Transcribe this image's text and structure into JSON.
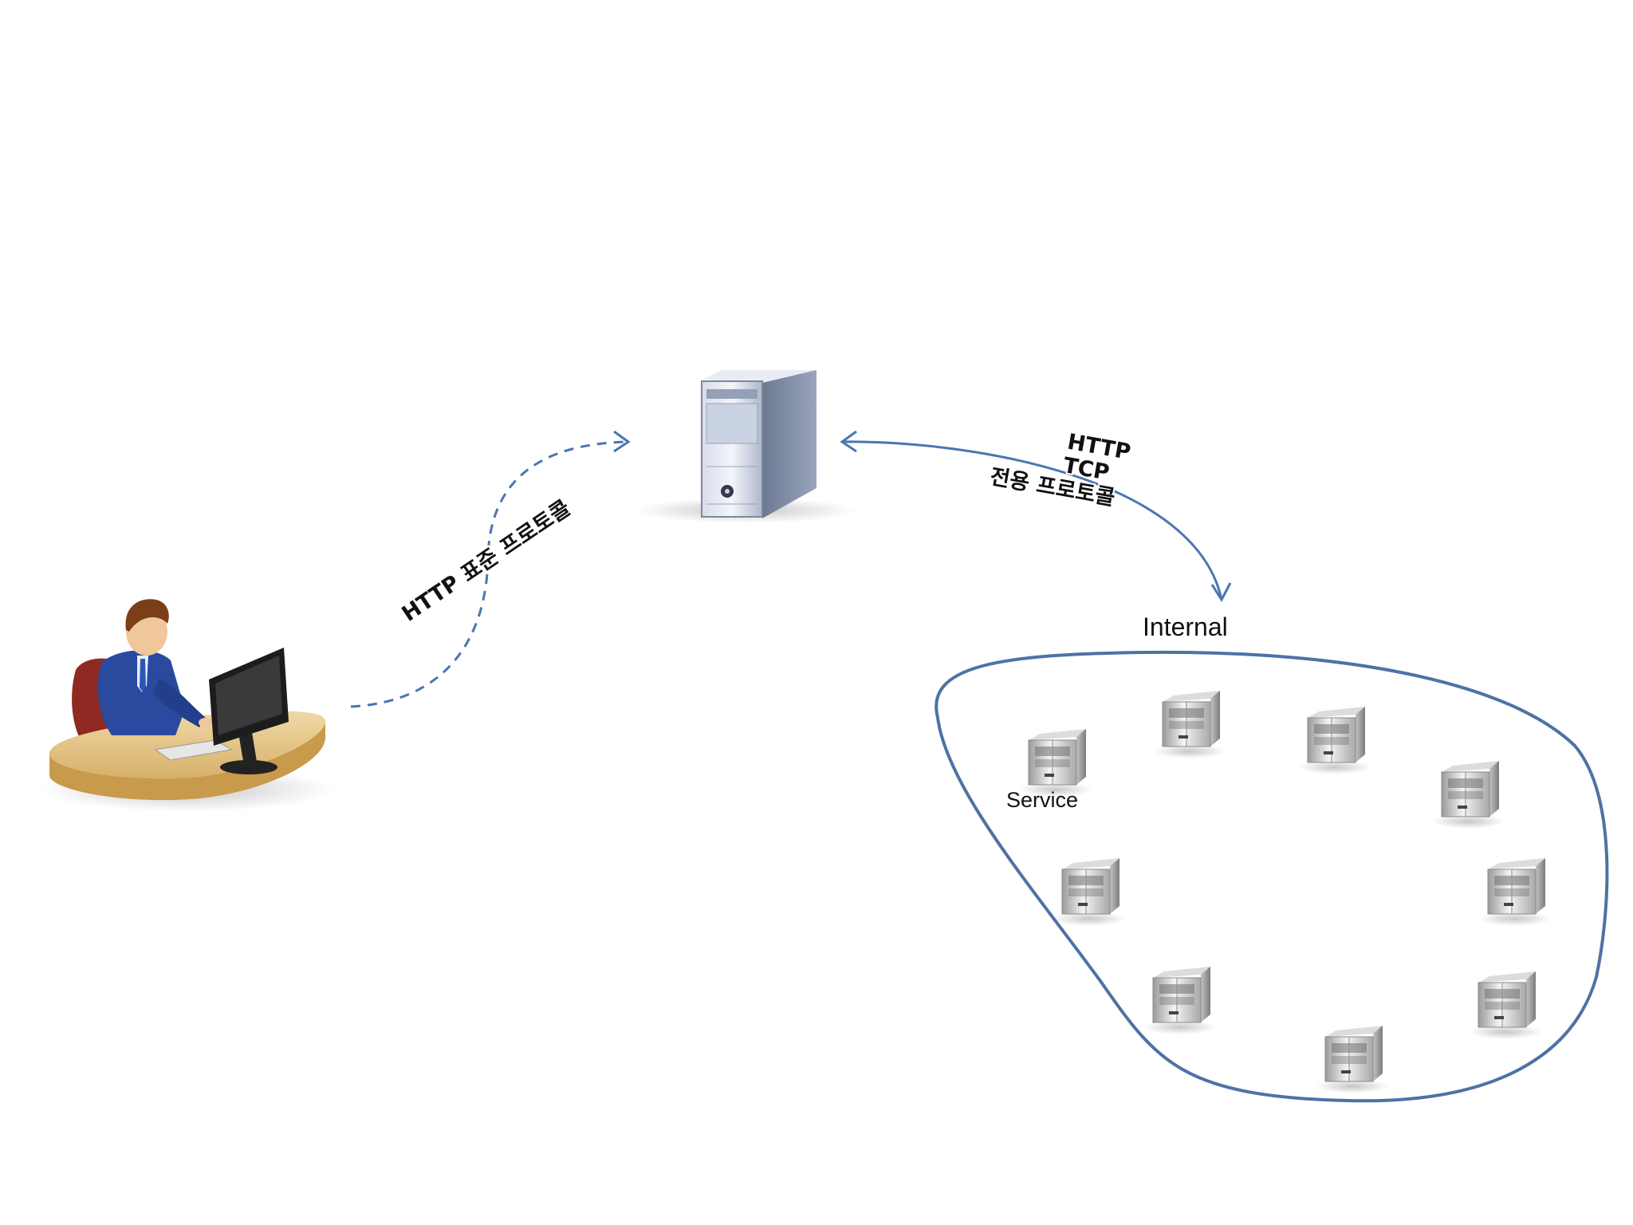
{
  "labels": {
    "client_link": "HTTP 표준 프로토콜",
    "gateway_link": [
      "HTTP",
      "TCP",
      "전용 프로토콜"
    ],
    "network_title": "Internal",
    "service_caption": "Service"
  },
  "colors": {
    "link": "#4a76b1",
    "network_outline": "#4d72a5",
    "text": "#111111"
  },
  "icons": {
    "client": "user-at-computer-icon",
    "gateway": "server-tower-icon",
    "service": "server-cabinet-icon"
  }
}
